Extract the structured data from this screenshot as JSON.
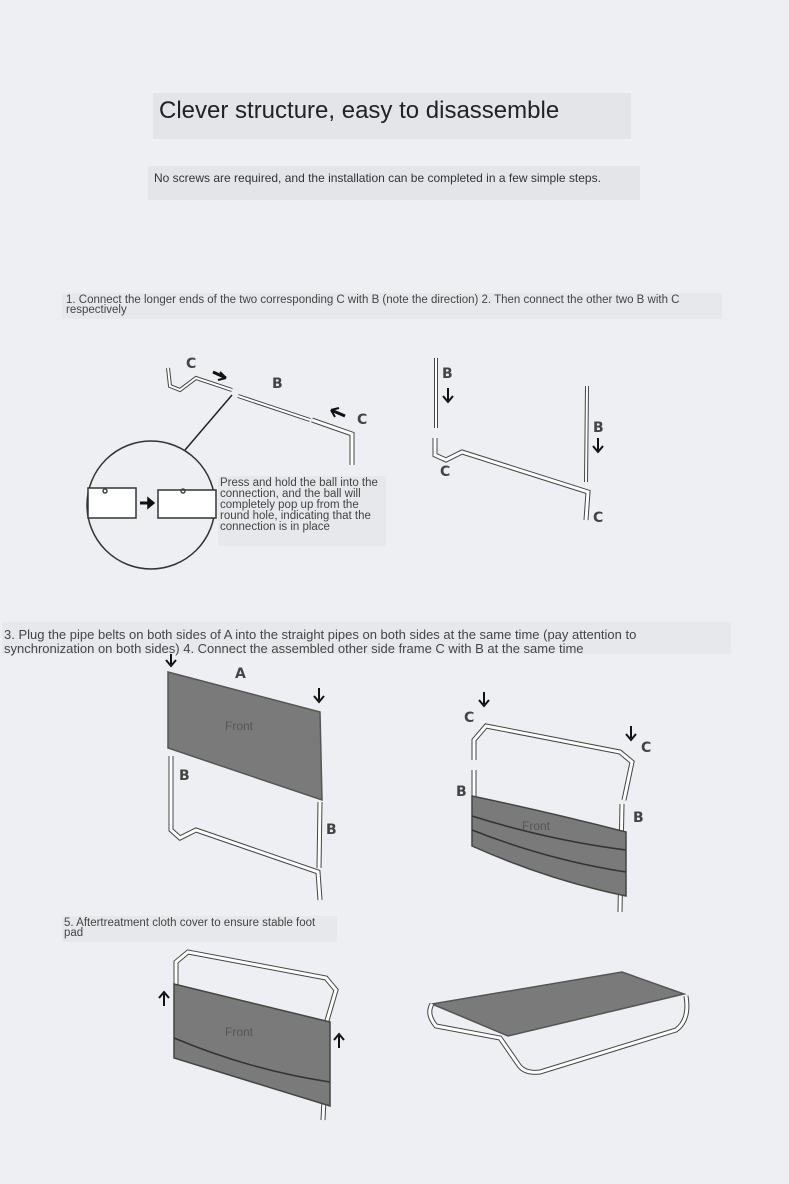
{
  "header": {
    "title": "Clever structure, easy to disassemble",
    "subtitle": "No screws are required, and the installation can be completed in a few simple steps."
  },
  "steps": {
    "step1_2": "1. Connect the longer ends of the two corresponding C with B (note the direction) 2. Then connect the other two B with C respectively",
    "connection_note": "Press and hold the ball into the connection, and the ball will completely pop up from the round hole, indicating that the connection is in place",
    "step3_4": "3. Plug the pipe belts on both sides of A into the straight pipes on both sides at the same time (pay attention to synchronization on both sides) 4. Connect the assembled other side frame C with B at the same time",
    "step5": "5. Aftertreatment cloth cover to ensure stable foot pad"
  },
  "part_labels": {
    "a": "A",
    "b": "B",
    "c": "C"
  },
  "fabric_label": "Front",
  "colors": {
    "background": "#edeff2",
    "fabric": "#7a7a7a",
    "outline": "#333333"
  }
}
